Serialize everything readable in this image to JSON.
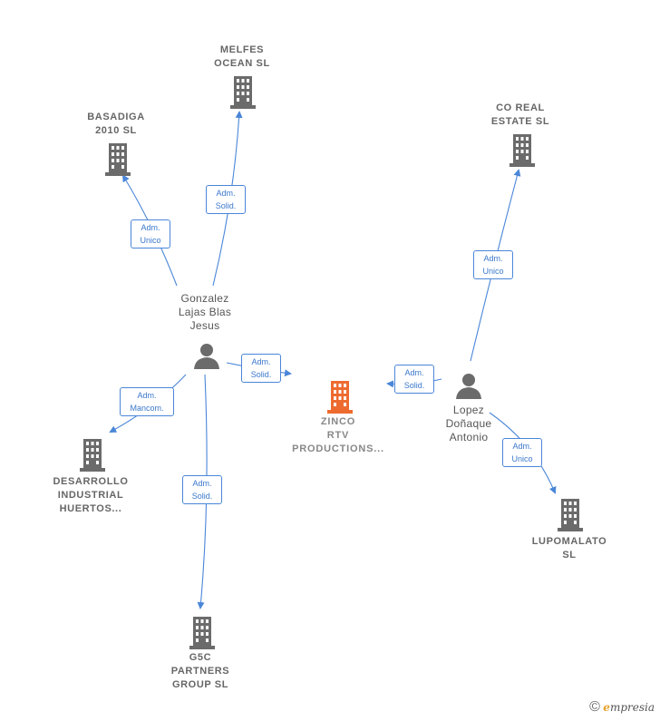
{
  "colors": {
    "edge": "#4a86d8",
    "company": "#6b6b6b",
    "main": "#ee6b2f",
    "person": "#6b6b6b"
  },
  "companies": {
    "melfes": "MELFES\nOCEAN  SL",
    "basadiga": "BASADIGA\n2010 SL",
    "coreal": "CO REAL\nESTATE  SL",
    "desarrollo": "DESARROLLO\nINDUSTRIAL\nHUERTOS...",
    "g5c": "G5C\nPARTNERS\nGROUP SL",
    "lupomalato": "LUPOMALATO\nSL",
    "zinco": "ZINCO\nRTV\nPRODUCTIONS..."
  },
  "persons": {
    "gonzalez": "Gonzalez\nLajas Blas\nJesus",
    "lopez": "Lopez\nDoñaque\nAntonio"
  },
  "roles": {
    "gonzalez_basadiga": "Adm.\nUnico",
    "gonzalez_melfes": "Adm.\nSolid.",
    "gonzalez_zinco": "Adm.\nSolid.",
    "gonzalez_desarrollo": "Adm.\nMancom.",
    "gonzalez_g5c": "Adm.\nSolid.",
    "lopez_zinco": "Adm.\nSolid.",
    "lopez_coreal": "Adm.\nUnico",
    "lopez_lupomalato": "Adm.\nUnico"
  },
  "footer": {
    "copyright": "©",
    "brand_initial": "e",
    "brand_rest": "mpresia"
  }
}
